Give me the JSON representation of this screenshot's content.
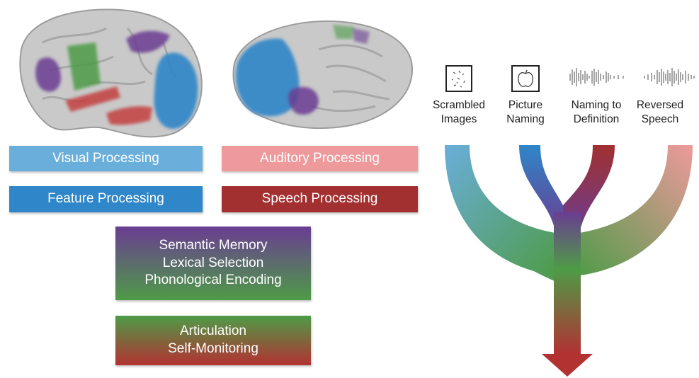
{
  "colors": {
    "visual": "#6aaedb",
    "feature": "#2f86c8",
    "auditory": "#ee9a9c",
    "speech": "#a23030",
    "purple": "#6a3d92",
    "green": "#4e9b47",
    "red": "#b23232"
  },
  "legend": {
    "visual_processing": "Visual Processing",
    "feature_processing": "Feature Processing",
    "auditory_processing": "Auditory Processing",
    "speech_processing": "Speech Processing"
  },
  "stages": {
    "stage1": [
      "Semantic Memory",
      "Lexical Selection",
      "Phonological Encoding"
    ],
    "stage2": [
      "Articulation",
      "Self-Monitoring"
    ]
  },
  "conditions": {
    "scrambled": [
      "Scrambled",
      "Images"
    ],
    "picture": [
      "Picture",
      "Naming"
    ],
    "definition": [
      "Naming to",
      "Definition"
    ],
    "reversed": [
      "Reversed",
      "Speech"
    ]
  },
  "icons": {
    "scrambled": "scrambled-image-icon",
    "picture": "apple-picture-icon",
    "definition": "speech-waveform-icon",
    "reversed": "reversed-waveform-icon"
  }
}
